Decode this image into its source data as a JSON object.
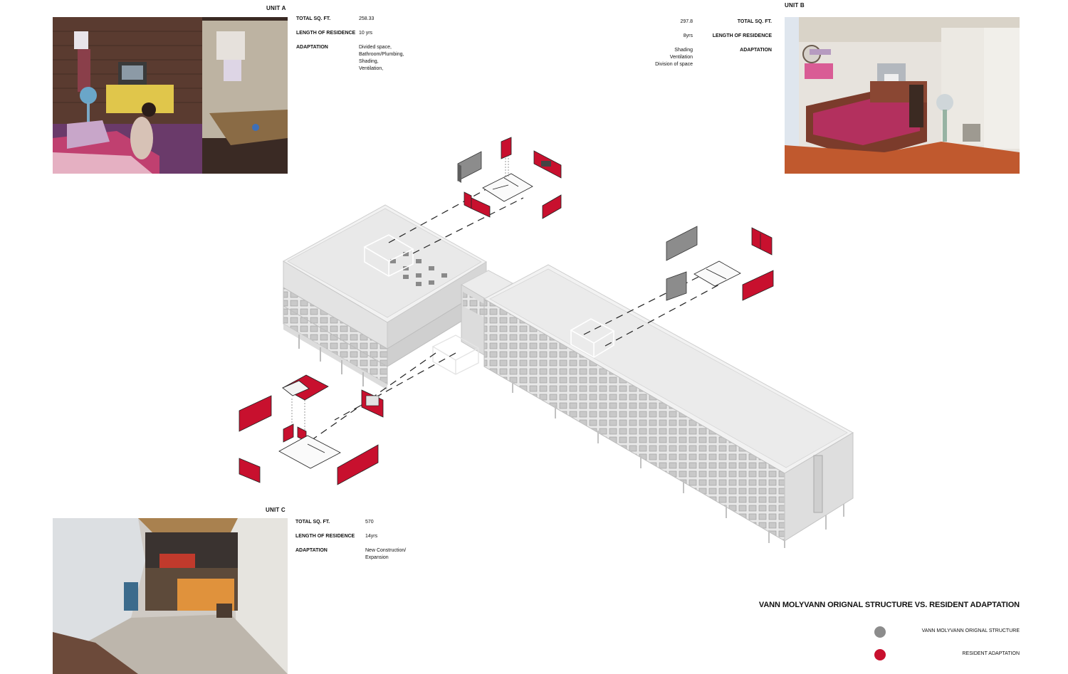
{
  "units": [
    {
      "id": "A",
      "title": "UNIT A",
      "fields": [
        {
          "label": "TOTAL SQ. FT.",
          "value": "258.33"
        },
        {
          "label": "LENGTH OF RESIDENCE",
          "value": "10 yrs"
        },
        {
          "label": "ADAPTATION",
          "value": "Divided space,\nBathroom/Plumbing,\nShading,\nVentilation,"
        }
      ]
    },
    {
      "id": "B",
      "title": "UNIT B",
      "fields": [
        {
          "label": "TOTAL SQ. FT.",
          "value": "297.8"
        },
        {
          "label": "LENGTH OF RESIDENCE",
          "value": "8yrs"
        },
        {
          "label": "ADAPTATION",
          "value": "Shading\nVentilation\nDivision of space"
        }
      ]
    },
    {
      "id": "C",
      "title": "UNIT C",
      "fields": [
        {
          "label": "TOTAL SQ. FT.",
          "value": "570"
        },
        {
          "label": "LENGTH OF RESIDENCE",
          "value": "14yrs"
        },
        {
          "label": "ADAPTATION",
          "value": "New Construction/\nExpansion"
        }
      ]
    }
  ],
  "legend": {
    "title": "VANN MOLYVANN ORIGNAL STRUCTURE VS. RESIDENT ADAPTATION",
    "items": [
      {
        "label": "VANN MOLYVANN ORIGNAL STRUCTURE",
        "color": "#8c8c8c"
      },
      {
        "label": "RESIDENT ADAPTATION",
        "color": "#c8102e"
      }
    ]
  },
  "colors": {
    "original": "#8c8c8c",
    "adaptation": "#c8102e",
    "building": "#eeeeee"
  }
}
